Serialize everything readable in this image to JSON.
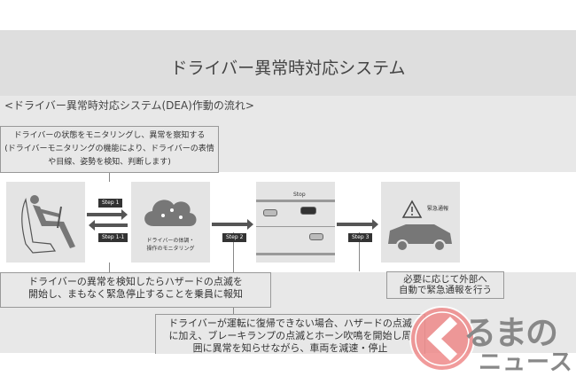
{
  "title": "ドライバー異常時対応システム",
  "subtitle": "<ドライバー異常時対応システム(DEA)作動の流れ>",
  "box_monitor": [
    "ドライバーの状態をモニタリングし、異常を察知する",
    "(ドライバーモニタリングの機能により、ドライバーの表情",
    "や目線、姿勢を検知、判断します)"
  ],
  "box_step1_1": [
    "ドライバーの異常を検知したらハザードの点滅を",
    "開始し、まもなく緊急停止することを乗員に報知"
  ],
  "box_step2": [
    "ドライバーが運転に復帰できない場合、ハザードの点滅",
    "に加え、ブレーキランプの点滅とホーン吹鳴を開始し周",
    "囲に異常を知らせながら、車両を減速・停止"
  ],
  "box_step3": [
    "必要に応じて外部へ",
    "自動で緊急通報を行う"
  ],
  "steps": {
    "s1": "Step 1",
    "s1_1": "Step 1-1",
    "s2": "Step 2",
    "s3": "Step 3"
  },
  "panels": {
    "cloud_label": [
      "ドライバーの体調・",
      "操作のモニタリング"
    ],
    "stop_label": "Stop",
    "emergency_label": "緊急通報"
  },
  "watermark": {
    "line1": "るまの",
    "line2": "ニュース",
    "color": "#e85a5a"
  }
}
